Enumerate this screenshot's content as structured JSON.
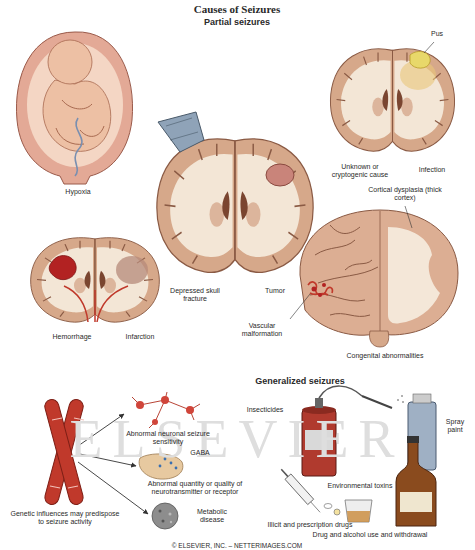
{
  "diagram": {
    "title": "Causes of Seizures",
    "labels": [
      "Partial seizures",
      "Pus",
      "Hypoxia",
      "Unknown or cryptogenic cause",
      "Infection",
      "Cortical dysplasia (thick cortex)",
      "Depressed skull fracture",
      "Tumor",
      "Vascular malformation",
      "Hemorrhage",
      "Infarction",
      "Congenital abnormalities",
      "Generalized seizures",
      "Insecticides",
      "Spray paint",
      "Abnormal neuronal seizure sensitivity",
      "GABA",
      "Environmental toxins",
      "Abnormal quantity or quality of neurotransmitter or receptor",
      "Metabolic disease",
      "Genetic influences may predispose to seizure activity",
      "Illicit and prescription drugs",
      "Drug and alcohol use and withdrawal",
      "ELSEVIER",
      "© ELSEVIER, INC. – NETTERIMAGES.COM"
    ]
  }
}
